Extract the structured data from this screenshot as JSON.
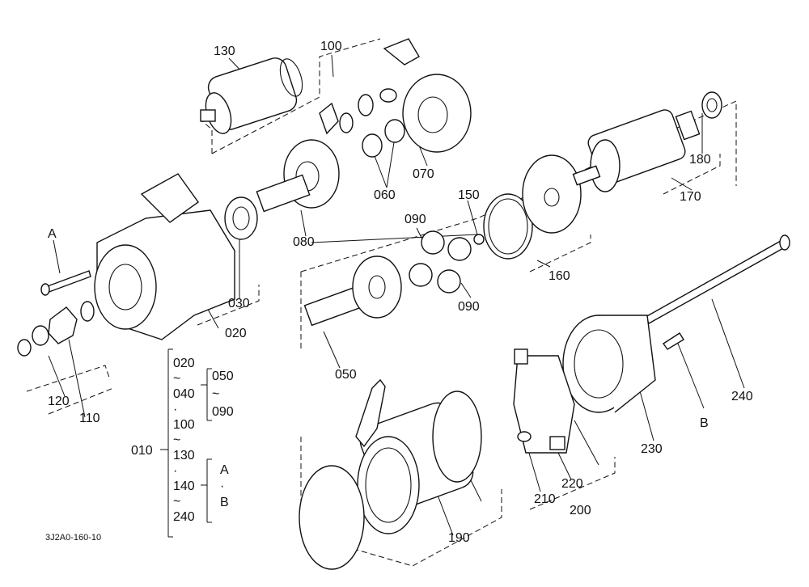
{
  "diagram": {
    "drawing_code": "3J2A0-160-10",
    "labels": {
      "p130": "130",
      "p100": "100",
      "p070": "070",
      "p060": "060",
      "p080": "080",
      "p150": "150",
      "p090a": "090",
      "p090b": "090",
      "p160": "160",
      "p170": "170",
      "p180": "180",
      "pA": "A",
      "p030": "030",
      "p020": "020",
      "p050": "050",
      "p120": "120",
      "p110": "110",
      "p240": "240",
      "pB": "B",
      "p230": "230",
      "p210": "210",
      "p220": "220",
      "p200": "200",
      "p190": "190"
    },
    "legend": {
      "main": "010",
      "col1": [
        "020",
        "~",
        "040",
        "·",
        "100",
        "~",
        "130",
        "·",
        "140",
        "~",
        "240"
      ],
      "group1": [
        "050",
        "~",
        "090"
      ],
      "group2": [
        "A",
        "·",
        "B"
      ]
    }
  }
}
